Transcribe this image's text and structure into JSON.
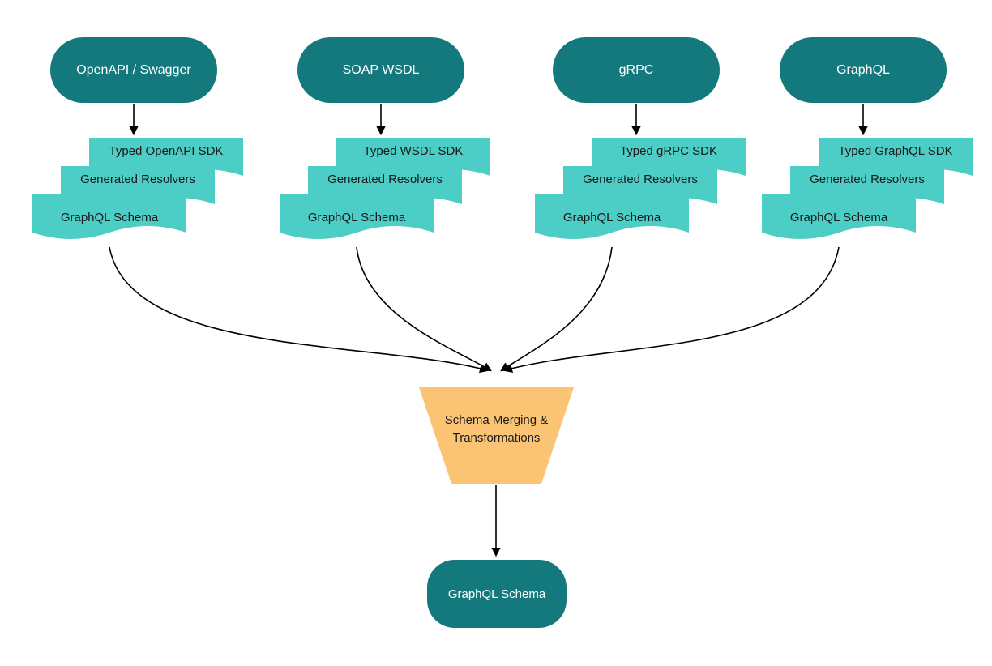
{
  "colors": {
    "source-fill": "#14797D",
    "source-text": "#FFFFFF",
    "artifact-fill": "#4CCDC6",
    "artifact-text": "#1A1A1A",
    "merge-fill": "#FBC374",
    "arrow-color": "#000000"
  },
  "sources": [
    {
      "label": "OpenAPI / Swagger",
      "sdk_label": "Typed OpenAPI SDK",
      "resolvers_label": "Generated Resolvers",
      "schema_label": "GraphQL Schema"
    },
    {
      "label": "SOAP WSDL",
      "sdk_label": "Typed WSDL SDK",
      "resolvers_label": "Generated Resolvers",
      "schema_label": "GraphQL Schema"
    },
    {
      "label": "gRPC",
      "sdk_label": "Typed gRPC SDK",
      "resolvers_label": "Generated Resolvers",
      "schema_label": "GraphQL Schema"
    },
    {
      "label": "GraphQL",
      "sdk_label": "Typed GraphQL SDK",
      "resolvers_label": "Generated Resolvers",
      "schema_label": "GraphQL Schema"
    }
  ],
  "merge_node": {
    "line1": "Schema Merging &",
    "line2": "Transformations"
  },
  "output_node": {
    "label": "GraphQL Schema"
  }
}
